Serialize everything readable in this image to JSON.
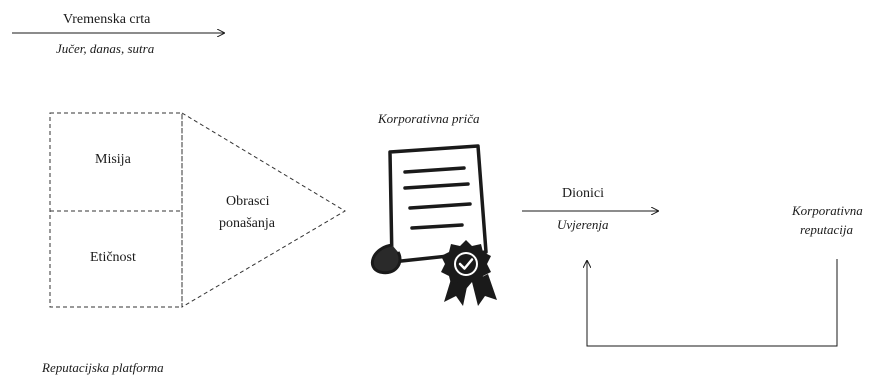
{
  "timeline": {
    "label": "Vremenska crta",
    "sublabel": "Jučer, danas, sutra"
  },
  "platform": {
    "box_top_label": "Misija",
    "box_bottom_label": "Etičnost",
    "triangle_label_line1": "Obrasci",
    "triangle_label_line2": "ponašanja",
    "caption": "Reputacijska platforma"
  },
  "story": {
    "title": "Korporativna priča",
    "icon": "certificate-scroll-icon"
  },
  "stakeholders": {
    "label": "Dionici",
    "sublabel": "Uvjerenja"
  },
  "reputation": {
    "label_line1": "Korporativna",
    "label_line2": "reputacija"
  }
}
